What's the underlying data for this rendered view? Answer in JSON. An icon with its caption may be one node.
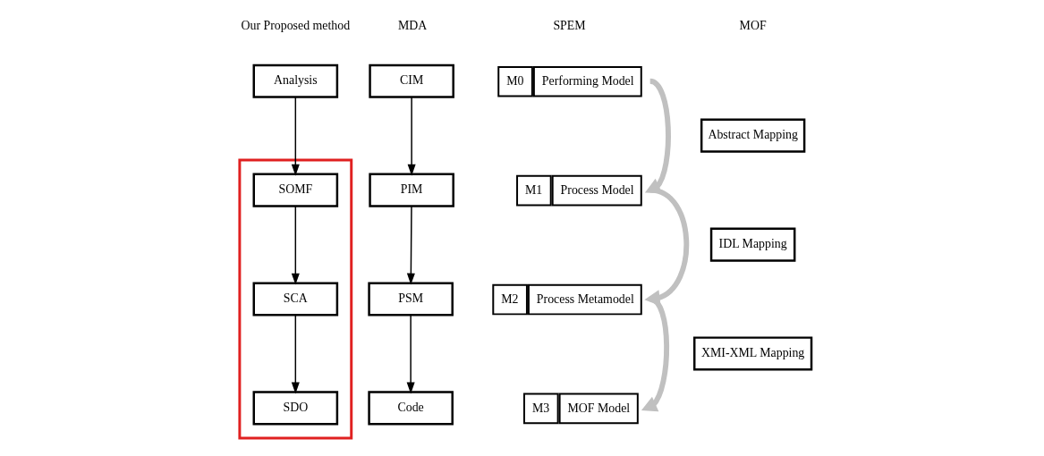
{
  "diagram": {
    "nodes": [
      {
        "text": [
          "Analysis"
        ]
      },
      {
        "text": [],
        "shape": "box"
      },
      {
        "text": [
          "SOMF"
        ],
        "in": 1
      },
      {
        "text": [
          "SCA"
        ],
        "in": 1
      },
      {
        "text": [
          "SDO"
        ],
        "in": 1
      },
      {
        "text": [
          "CIM"
        ]
      },
      {
        "text": [
          "PIM"
        ]
      },
      {
        "text": [
          "PSM"
        ]
      },
      {
        "text": [
          "Code"
        ]
      },
      {
        "text": [
          "M0",
          "Performing Model"
        ]
      },
      {
        "text": [
          "M1",
          "Process Model"
        ]
      },
      {
        "text": [
          "M2",
          "Process Metamodel"
        ]
      },
      {
        "text": [
          "M3",
          "MOF Model"
        ]
      },
      {
        "text": [
          "Abstract Mapping"
        ]
      },
      {
        "text": [
          "IDL Mapping"
        ]
      },
      {
        "text": [
          "XMI-XML Mapping"
        ]
      }
    ],
    "edges": [
      {
        "from": 0,
        "to": 2,
        "arrow": "to"
      },
      {
        "from": 2,
        "to": 3,
        "arrow": "to"
      },
      {
        "from": 3,
        "to": 4,
        "arrow": "to"
      },
      {
        "from": 5,
        "to": 6,
        "arrow": "to"
      },
      {
        "from": 6,
        "to": 7,
        "arrow": "to"
      },
      {
        "from": 7,
        "to": 8,
        "arrow": "to"
      },
      {
        "from": 9,
        "to": 10,
        "arrow": "to",
        "style": "thick",
        "color": "#c0c0c0"
      },
      {
        "from": 10,
        "to": 11,
        "arrow": "to",
        "style": "thick",
        "color": "#c0c0c0"
      },
      {
        "from": 11,
        "to": 12,
        "arrow": "to",
        "style": "thick",
        "color": "#c0c0c0"
      }
    ],
    "labels": [
      "Our Proposed method",
      "MDA",
      "SPEM",
      "MOF"
    ]
  }
}
